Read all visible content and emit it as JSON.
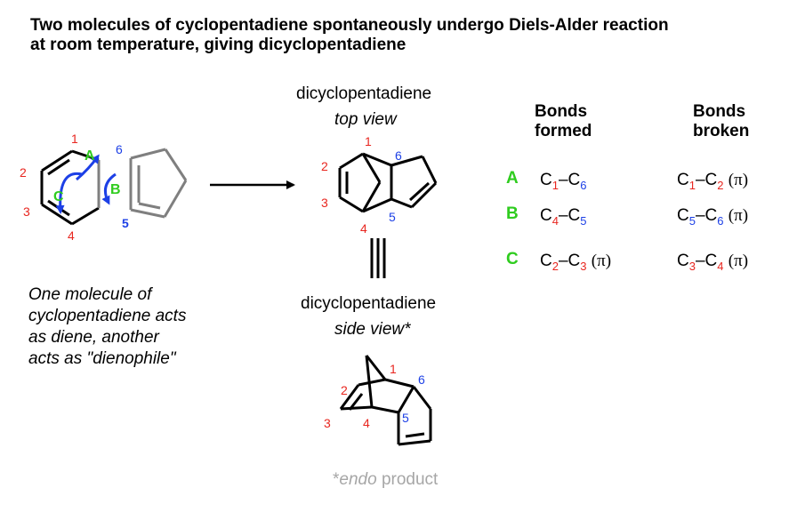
{
  "title_line1": "Two molecules of cyclopentadiene spontaneously undergo Diels-Alder reaction",
  "title_line2": "at room temperature, giving dicyclopentadiene",
  "product_name_top": "dicyclopentadiene",
  "top_view_label": "top view",
  "product_name_side": "dicyclopentadiene",
  "side_view_label": "side view*",
  "endo_star": "*",
  "endo_word": "endo",
  "endo_rest": " product",
  "caption_lines": [
    "One molecule of",
    "cyclopentadiene acts",
    "as diene, another",
    "acts as \"dienophile\""
  ],
  "table": {
    "header_formed": [
      "Bonds",
      "formed"
    ],
    "header_broken": [
      "Bonds",
      "broken"
    ],
    "rows": [
      {
        "letter": "A",
        "formed": {
          "a": "1",
          "b": "6",
          "pi": ""
        },
        "broken": {
          "a": "1",
          "b": "2",
          "pi": "(π)"
        }
      },
      {
        "letter": "B",
        "formed": {
          "a": "4",
          "b": "5",
          "pi": ""
        },
        "broken": {
          "a": "5",
          "b": "6",
          "pi": "(π)"
        }
      },
      {
        "letter": "C",
        "formed": {
          "a": "2",
          "b": "3",
          "pi": "(π)"
        },
        "broken": {
          "a": "3",
          "b": "4",
          "pi": "(π)"
        }
      }
    ]
  },
  "atom_labels": {
    "diene": [
      "1",
      "2",
      "3",
      "4"
    ],
    "dienophile": [
      "6",
      "5"
    ],
    "top": [
      "1",
      "2",
      "3",
      "4",
      "5",
      "6"
    ],
    "side": [
      "1",
      "2",
      "3",
      "4",
      "5",
      "6"
    ]
  },
  "arrow_letters": [
    "A",
    "B",
    "C"
  ],
  "colors": {
    "red": "#e8261f",
    "blue": "#1d40e6",
    "green": "#2fcc1f",
    "gray": "#a6a6a6",
    "black": "#000000",
    "grayline": "#7f7f7f"
  }
}
